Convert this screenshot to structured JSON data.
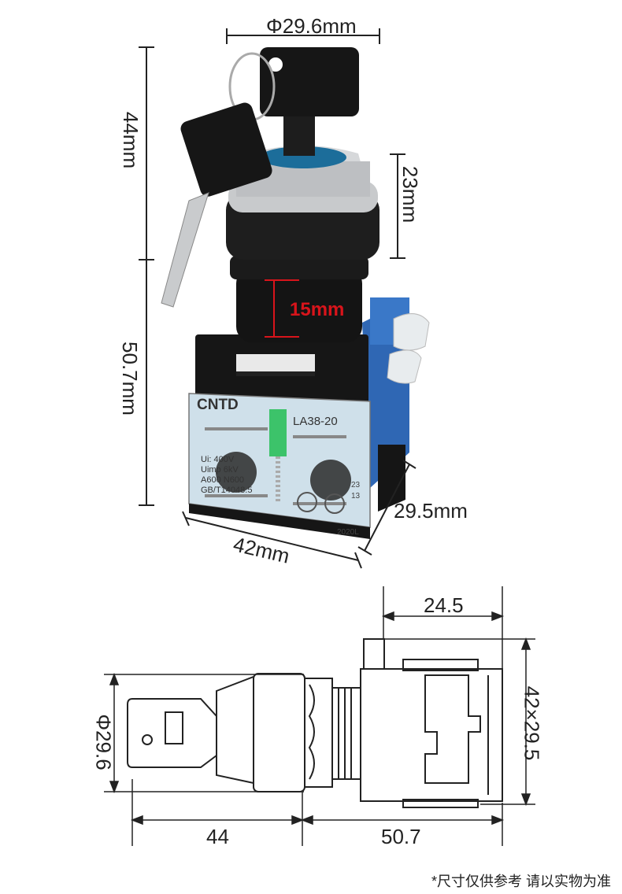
{
  "top_view": {
    "dim_diameter": "Φ29.6mm",
    "dim_height_top": "44mm",
    "dim_height_bottom": "50.7mm",
    "dim_collar": "23mm",
    "dim_thread": "15mm",
    "dim_width": "42mm",
    "dim_depth": "29.5mm",
    "block_brand": "CNTD",
    "block_model": "LA38-20",
    "block_specs": [
      "Ui: 400V",
      "Uimp 6kV",
      "A600 N600",
      "GB/T14048.5"
    ],
    "terminal_23": "23",
    "terminal_13": "13",
    "year_mark": "2020L"
  },
  "side_view": {
    "dim_diameter": "Φ29.6",
    "dim_length_left": "44",
    "dim_length_right": "50.7",
    "dim_rear": "24.5",
    "dim_section": "42×29.5"
  },
  "note": "*尺寸仅供参考 请以实物为准",
  "colors": {
    "body_blue": "#3a78c8",
    "black": "#151515",
    "red_dim": "#d8141b",
    "green_insert": "#3cc36a"
  }
}
